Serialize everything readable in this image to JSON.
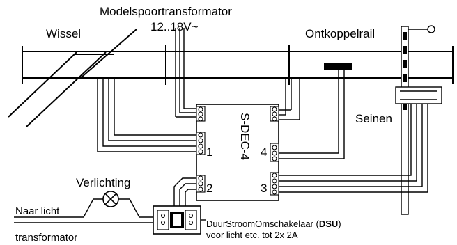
{
  "labels": {
    "transformer_title": "Modelspoortransformator",
    "transformer_voltage": "12..18V~",
    "turnout": "Wissel",
    "uncoupler": "Ontkoppelrail",
    "signals": "Seinen",
    "decoder": "S-DEC-4",
    "port_1": "1",
    "port_2": "2",
    "port_3": "3",
    "port_4": "4",
    "lighting": "Verlichting",
    "to_light_1": "Naar licht",
    "to_light_2": "transformator",
    "dsu_prefix": "DuurStroomOmschakelaar (",
    "dsu_bold": "DSU",
    "dsu_suffix": ")",
    "dsu_line2": "voor licht etc. tot  2x 2A"
  }
}
